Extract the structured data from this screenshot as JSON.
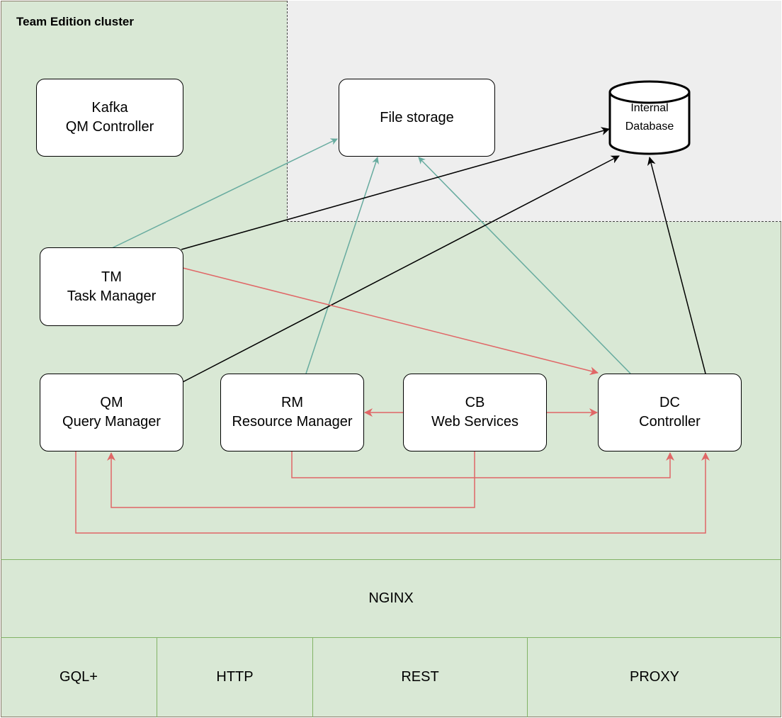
{
  "cluster": {
    "title": "Team Edition cluster"
  },
  "nodes": {
    "kafka": {
      "line1": "Kafka",
      "line2": "QM Controller"
    },
    "file_storage": {
      "label": "File storage"
    },
    "database": {
      "line1": "Internal",
      "line2": "Database"
    },
    "tm": {
      "line1": "TM",
      "line2": "Task Manager"
    },
    "qm": {
      "line1": "QM",
      "line2": "Query Manager"
    },
    "rm": {
      "line1": "RM",
      "line2": "Resource Manager"
    },
    "cb": {
      "line1": "CB",
      "line2": "Web Services"
    },
    "dc": {
      "line1": "DC",
      "line2": "Controller"
    }
  },
  "nginx": {
    "label": "NGINX"
  },
  "protocols": [
    {
      "label": "GQL+"
    },
    {
      "label": "HTTP"
    },
    {
      "label": "REST"
    },
    {
      "label": "PROXY"
    }
  ],
  "colors": {
    "cluster_bg": "#d9e8d5",
    "storage_bg": "#eeeeee",
    "teal_edge": "#67ab9f",
    "red_edge": "#e06666",
    "black_edge": "#000000",
    "green_border": "#82b366"
  }
}
